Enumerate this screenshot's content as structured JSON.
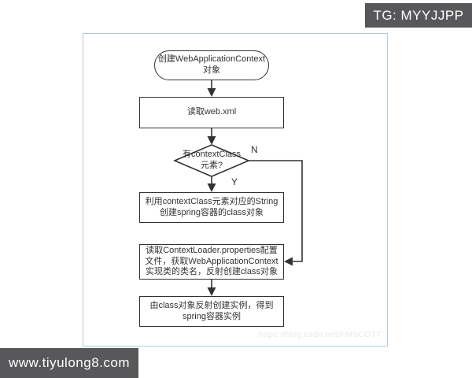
{
  "badges": {
    "telegram": "TG: MYYJJPP",
    "website": "www.tiyulong8.com"
  },
  "watermark": "https://blog.csdn.net/FMSCOTT",
  "flowchart": {
    "nodes": {
      "start": {
        "lines": [
          "创建WebApplicationContext",
          "对象"
        ]
      },
      "read_web_xml": {
        "lines": [
          "读取web.xml"
        ]
      },
      "decision": {
        "lines": [
          "有contextClass",
          "元素?"
        ]
      },
      "use_context_class": {
        "lines": [
          "利用contextClass元素对应的String",
          "创建spring容器的class对象"
        ]
      },
      "read_properties": {
        "lines": [
          "读取ContextLoader.properties配置",
          "文件，获取WebApplicationContext",
          "实现类的类名，反射创建class对象"
        ]
      },
      "create_instance": {
        "lines": [
          "由class对象反射创建实例，得到",
          "spring容器实例"
        ]
      }
    },
    "branch_labels": {
      "no": "N",
      "yes": "Y"
    }
  },
  "colors": {
    "badge_bg": "#58585b",
    "badge_text": "#ffffff",
    "frame_border": "#b3c9d9",
    "line": "#333333",
    "node_border": "#333333",
    "node_fill": "#ffffff",
    "watermark_text": "#e4e9ed"
  }
}
